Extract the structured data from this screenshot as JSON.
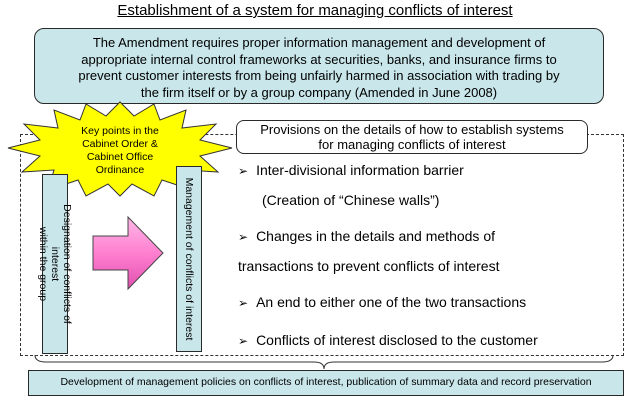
{
  "title": "Establishment of a system for managing conflicts of interest",
  "amendment": {
    "lines": [
      "The Amendment requires proper information management and development of",
      "appropriate internal control frameworks at securities, banks, and insurance firms to",
      "prevent customer interests from being unfairly harmed in association with trading by",
      "the firm itself or by a group company (Amended in June 2008)"
    ]
  },
  "key_points": {
    "lines": [
      "Key points in the",
      "Cabinet Order &",
      "Cabinet Office",
      "Ordinance"
    ]
  },
  "left_bar": {
    "lines": [
      "Designation of conflicts of",
      "interest",
      "within the group"
    ]
  },
  "right_bar": {
    "text": "Management of conflicts of interest"
  },
  "provisions": {
    "lines": [
      "Provisions on the details of how to establish systems",
      "for managing conflicts of interest"
    ]
  },
  "bullets": {
    "marker": "➢",
    "items": [
      {
        "line1": "Inter-divisional information barrier",
        "line2": "(Creation of “Chinese walls”)"
      },
      {
        "line1": "Changes in the details and methods of",
        "line2": "transactions to prevent conflicts of interest"
      },
      {
        "line1": "An end to either one of the two transactions"
      },
      {
        "line1": "Conflicts of interest disclosed to the customer"
      }
    ]
  },
  "policy": {
    "text": "Development of management policies on conflicts of interest, publication of summary data and record preservation"
  },
  "colors": {
    "box_fill": "#c9e6ea",
    "burst_fill": "#ffff00",
    "arrow_fill": "#ff80d0"
  }
}
